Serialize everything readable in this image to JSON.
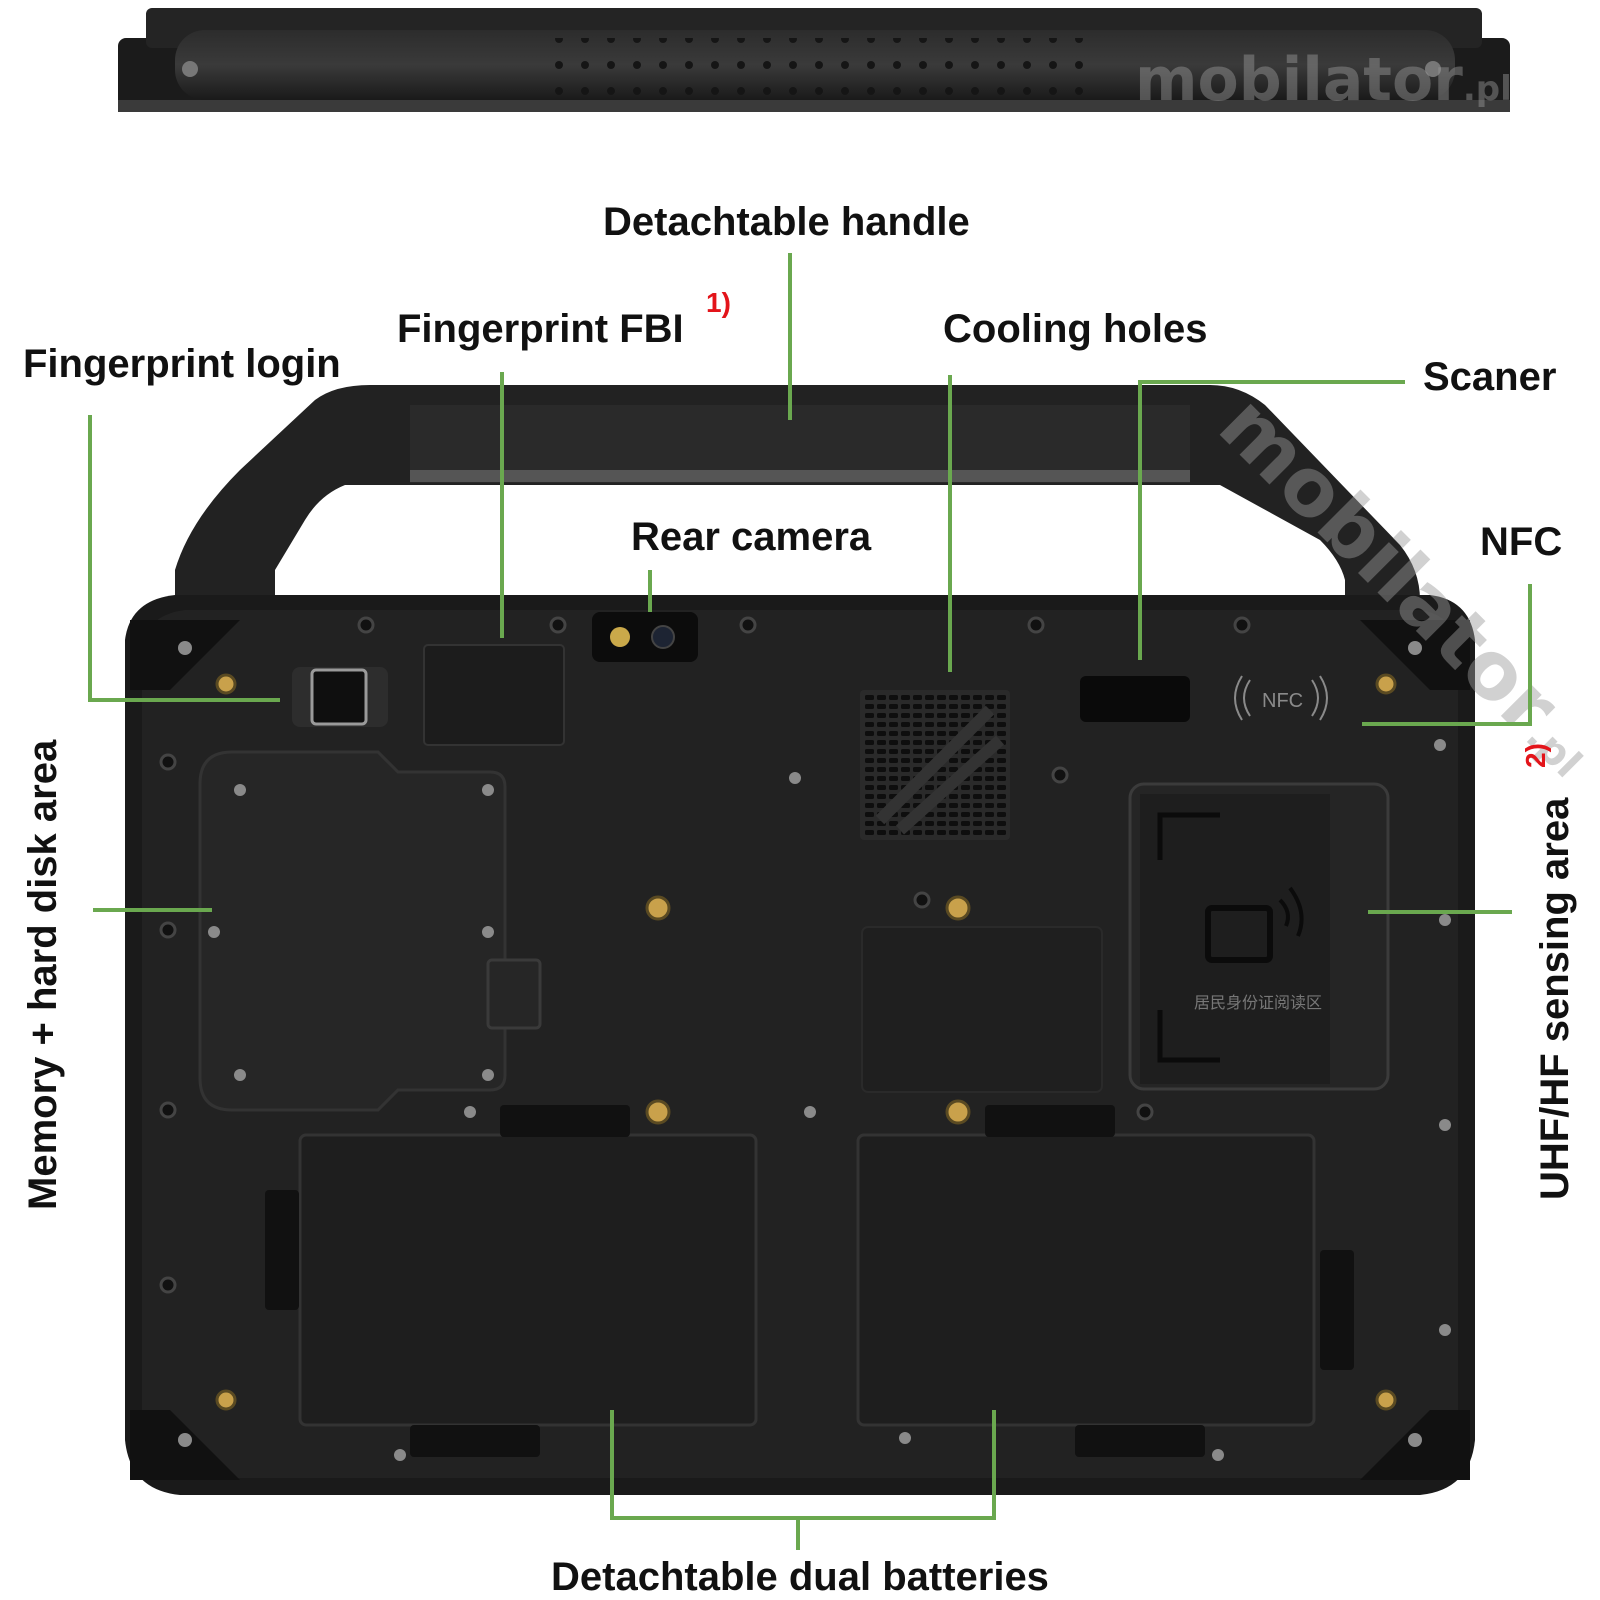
{
  "labels": {
    "handle": "Detachtable handle",
    "fingerprint_fbi": "Fingerprint FBI",
    "fingerprint_fbi_note": "1)",
    "cooling": "Cooling holes",
    "fingerprint_login": "Fingerprint login",
    "scaner": "Scaner",
    "rear_camera": "Rear camera",
    "nfc": "NFC",
    "memory": "Memory + hard disk area",
    "uhf": "UHF/HF sensing area",
    "uhf_note": "2)",
    "batteries": "Detachtable dual batteries"
  },
  "device_marks": {
    "watermark": "mobilator",
    "watermark_suffix": ".pl",
    "nfc_logo": "NFC",
    "id_reader_text": "居民身份证阅读区"
  },
  "colors": {
    "leader": "#6aa84f",
    "note": "#e3141a",
    "body": "#1f1f1f"
  }
}
